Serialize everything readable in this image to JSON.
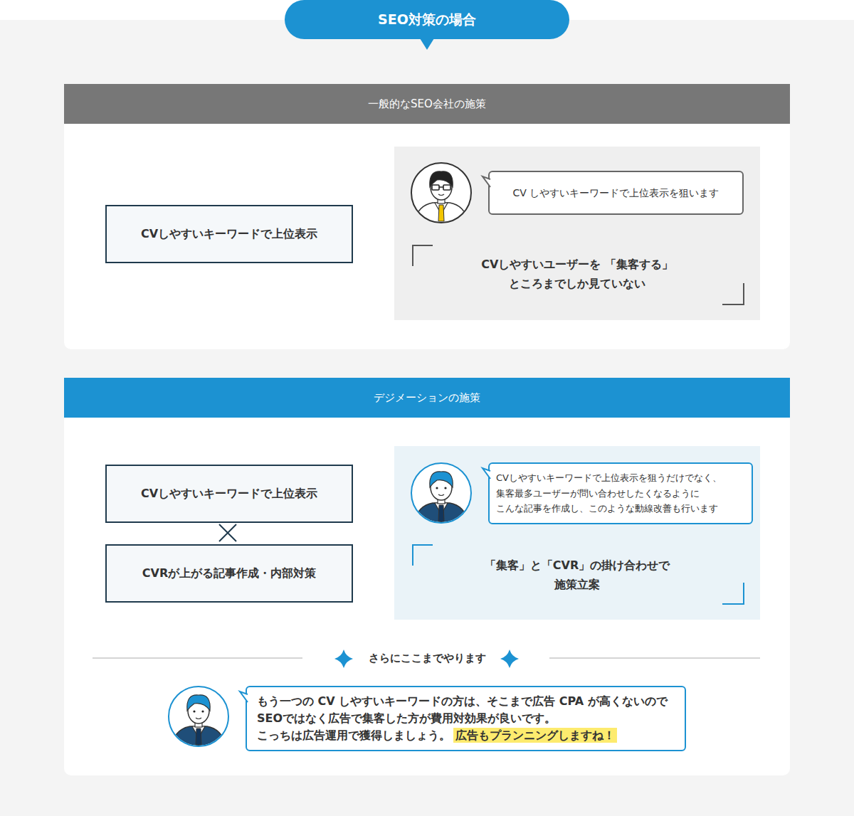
{
  "diagram": {
    "title": "SEO対策の場合",
    "nodes": [
      {
        "text": [
          "一般的なSEO会社の施策"
        ]
      },
      {
        "text": [
          "CVしやすいキーワードで上位表示"
        ],
        "in": 0
      },
      {
        "text": [
          "CVしやすいユーザーを 「集客する」ところまでしか見ていない"
        ],
        "in": 0
      },
      {
        "text": [
          "CV しやすいキーワードで上位表示を狙います"
        ],
        "in": 2
      },
      {
        "text": [
          "デジメーションの施策"
        ]
      },
      {
        "text": [
          "CVしやすいキーワードで上位表示"
        ],
        "in": 4
      },
      {
        "text": [
          "CVRが上がる記事作成・内部対策"
        ],
        "in": 4
      },
      {
        "text": [
          "「集客」と「CVR」の掛け合わせで 施策立案"
        ],
        "in": 4
      },
      {
        "text": [
          "CVしやすいキーワードで上位表示を狙うだけでなく、 集客最多ユーザーが問い合わせしたくなるように こんな記事を作成し、このような動線改善も行います"
        ],
        "in": 7
      },
      {
        "text": [
          "もう一つの CV しやすいキーワードの方は、そこまで広告 CPA が高くないので SEOではなく広告で集客した方が費用対効果が良いです。 こっちは広告運用で獲得しましょう。",
          "広告もプランニングしますね！"
        ],
        "in": 4
      }
    ],
    "labels": [
      "さらにここまでやります"
    ]
  }
}
